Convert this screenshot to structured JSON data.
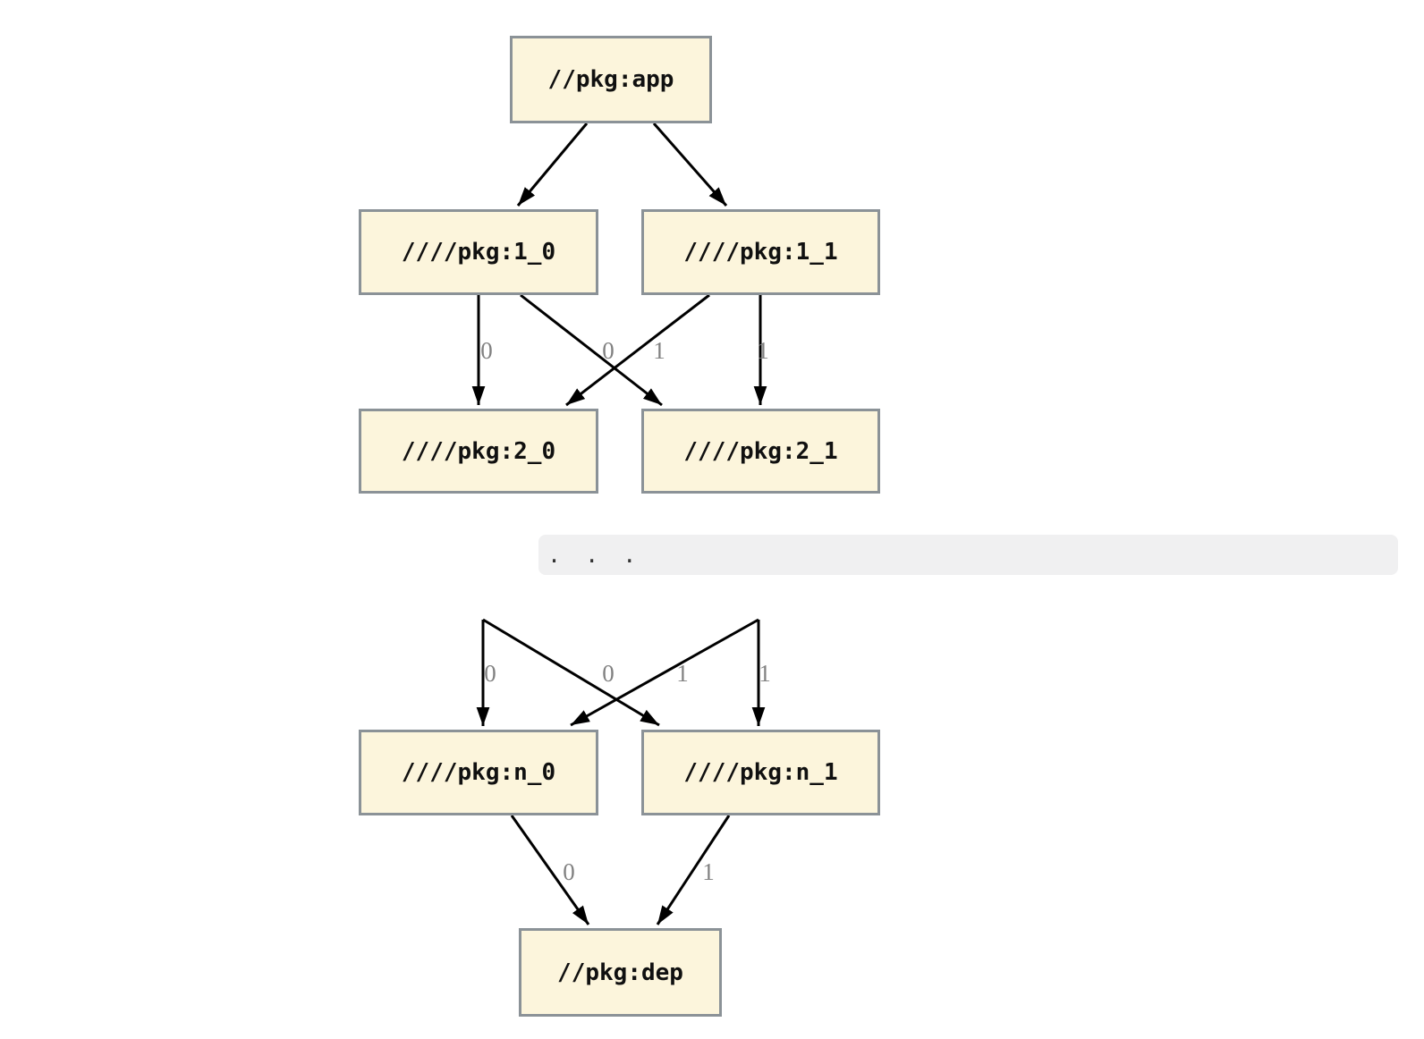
{
  "diagram": {
    "type": "dependency-graph",
    "colors": {
      "background": "#ffffff",
      "node_fill": "#fcf5dc",
      "node_border": "#8b9297",
      "node_text": "#101010",
      "edge": "#000000",
      "edge_label": "#818181",
      "continuation_band_fill": "#f0f0f1",
      "continuation_dots": "#333333"
    },
    "nodes": {
      "app": {
        "label": "//pkg:app"
      },
      "l1_0": {
        "label": "////pkg:1_0"
      },
      "l1_1": {
        "label": "////pkg:1_1"
      },
      "l2_0": {
        "label": "////pkg:2_0"
      },
      "l2_1": {
        "label": "////pkg:2_1"
      },
      "ln_0": {
        "label": "////pkg:n_0"
      },
      "ln_1": {
        "label": "////pkg:n_1"
      },
      "dep": {
        "label": "//pkg:dep"
      }
    },
    "continuation": {
      "dots": ". . ."
    },
    "edges": [
      {
        "from": "app",
        "to": "1_0",
        "label": ""
      },
      {
        "from": "app",
        "to": "1_1",
        "label": ""
      },
      {
        "from": "1_0",
        "to": "2_0",
        "label": "0"
      },
      {
        "from": "1_1",
        "to": "2_0",
        "label": "0"
      },
      {
        "from": "1_0",
        "to": "2_1",
        "label": "1"
      },
      {
        "from": "1_1",
        "to": "2_1",
        "label": "1"
      },
      {
        "from": "continuation",
        "to": "n_0",
        "label": "0"
      },
      {
        "from": "continuation",
        "to": "n_0",
        "label": "0"
      },
      {
        "from": "continuation",
        "to": "n_1",
        "label": "1"
      },
      {
        "from": "continuation",
        "to": "n_1",
        "label": "1"
      },
      {
        "from": "n_0",
        "to": "dep",
        "label": "0"
      },
      {
        "from": "n_1",
        "to": "dep",
        "label": "1"
      }
    ]
  }
}
